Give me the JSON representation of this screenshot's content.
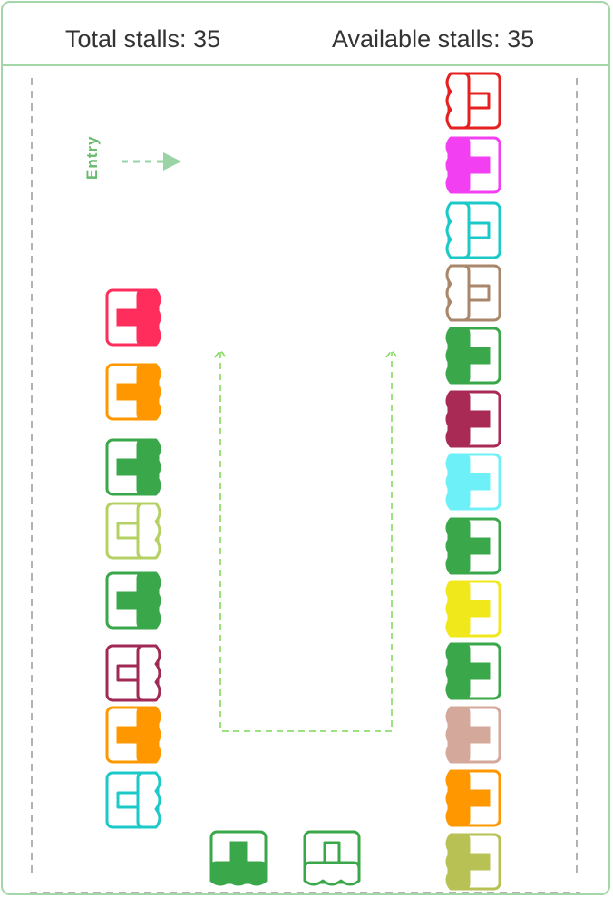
{
  "header": {
    "total_label": "Total stalls: 35",
    "available_label": "Available stalls: 35"
  },
  "entry": {
    "label": "Entry",
    "arrow_color": "#9ad3a6"
  },
  "colors": {
    "frame": "#a5d6a7",
    "path": "#7ed957",
    "boundary": "#999999"
  },
  "stalls": {
    "left_column": [
      {
        "color": "#ff2d5c",
        "style": "filled"
      },
      {
        "color": "#ff9800",
        "style": "filled"
      },
      {
        "color": "#3aa84a",
        "style": "filled"
      },
      {
        "color": "#b5d063",
        "style": "outline"
      },
      {
        "color": "#3aa84a",
        "style": "filled"
      },
      {
        "color": "#a02a55",
        "style": "outline"
      },
      {
        "color": "#ff9800",
        "style": "filled"
      },
      {
        "color": "#1cc9c9",
        "style": "outline"
      }
    ],
    "bottom_row": [
      {
        "color": "#3aa84a",
        "style": "filled"
      },
      {
        "color": "#3aa84a",
        "style": "outline"
      }
    ],
    "right_column": [
      {
        "color": "#e62020",
        "style": "outline"
      },
      {
        "color": "#f23ff2",
        "style": "filled"
      },
      {
        "color": "#1cc9c9",
        "style": "outline"
      },
      {
        "color": "#a8876a",
        "style": "outline"
      },
      {
        "color": "#3aa84a",
        "style": "filled"
      },
      {
        "color": "#a82a55",
        "style": "filled"
      },
      {
        "color": "#6ef0f8",
        "style": "filled"
      },
      {
        "color": "#3aa84a",
        "style": "filled"
      },
      {
        "color": "#f0e81a",
        "style": "filled"
      },
      {
        "color": "#3aa84a",
        "style": "filled"
      },
      {
        "color": "#d4a89a",
        "style": "filled"
      },
      {
        "color": "#ff9800",
        "style": "filled"
      },
      {
        "color": "#b8c254",
        "style": "filled"
      }
    ]
  }
}
